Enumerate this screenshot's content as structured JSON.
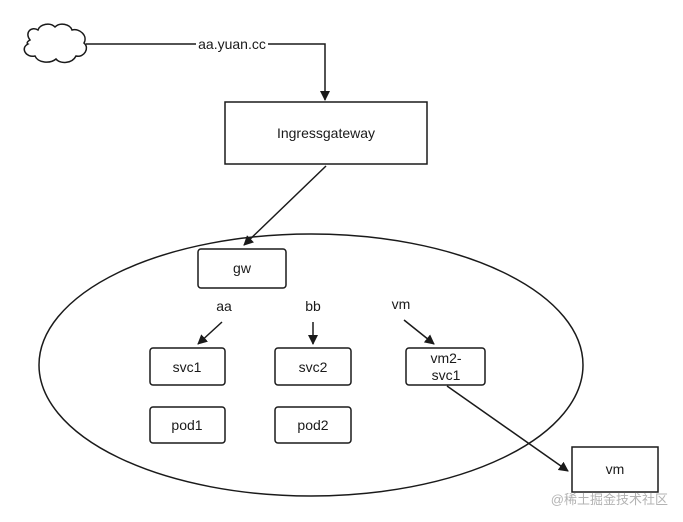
{
  "diagram": {
    "edge_label": "aa.yuan.cc",
    "ingress": "Ingressgateway",
    "gw": "gw",
    "route_aa": "aa",
    "route_bb": "bb",
    "route_vm": "vm",
    "svc1": "svc1",
    "svc2": "svc2",
    "vm2_svc1_line1": "vm2-",
    "vm2_svc1_line2": "svc1",
    "pod1": "pod1",
    "pod2": "pod2",
    "vm": "vm"
  },
  "watermark": "@稀土掘金技术社区",
  "icons": {
    "internet": "cloud-icon"
  },
  "colors": {
    "stroke": "#1a1a1a",
    "background": "#ffffff",
    "watermark": "#b3b3b3"
  }
}
